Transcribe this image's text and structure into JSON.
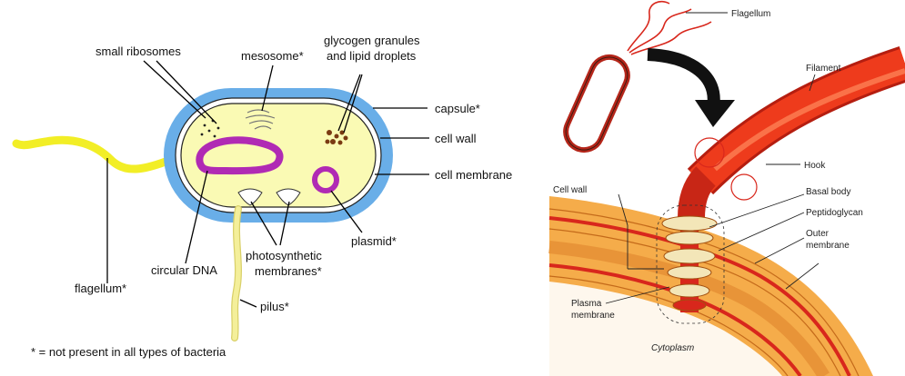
{
  "left_diagram": {
    "labels": {
      "small_ribosomes": "small ribosomes",
      "mesosome": "mesosome*",
      "glycogen_line1": "glycogen granules",
      "glycogen_line2": "and lipid droplets",
      "capsule": "capsule*",
      "cell_wall": "cell wall",
      "cell_membrane": "cell membrane",
      "plasmid": "plasmid*",
      "photosynthetic_line1": "photosynthetic",
      "photosynthetic_line2": "membranes*",
      "circular_dna": "circular DNA",
      "flagellum": "flagellum*",
      "pilus": "pilus*"
    },
    "footnote": "* = not present in all types of bacteria",
    "colors": {
      "capsule": "#69aee8",
      "cytoplasm": "#fafab4",
      "flagellum": "#f2ee26",
      "pilus": "#f4ef9a",
      "dna": "#b02ab4"
    }
  },
  "right_diagram": {
    "labels": {
      "flagellum": "Flagellum",
      "filament": "Filament",
      "hook": "Hook",
      "basal_body": "Basal body",
      "peptidoglycan": "Peptidoglycan",
      "outer_line1": "Outer",
      "outer_line2": "membrane",
      "cell_wall": "Cell wall",
      "plasma_line1": "Plasma",
      "plasma_line2": "membrane",
      "cytoplasm": "Cytoplasm"
    },
    "colors": {
      "filament": "#ee3b1c",
      "membrane_band": "#f5ac4a",
      "red_layer": "#d8271c",
      "rings": "#f3e6b8"
    }
  }
}
